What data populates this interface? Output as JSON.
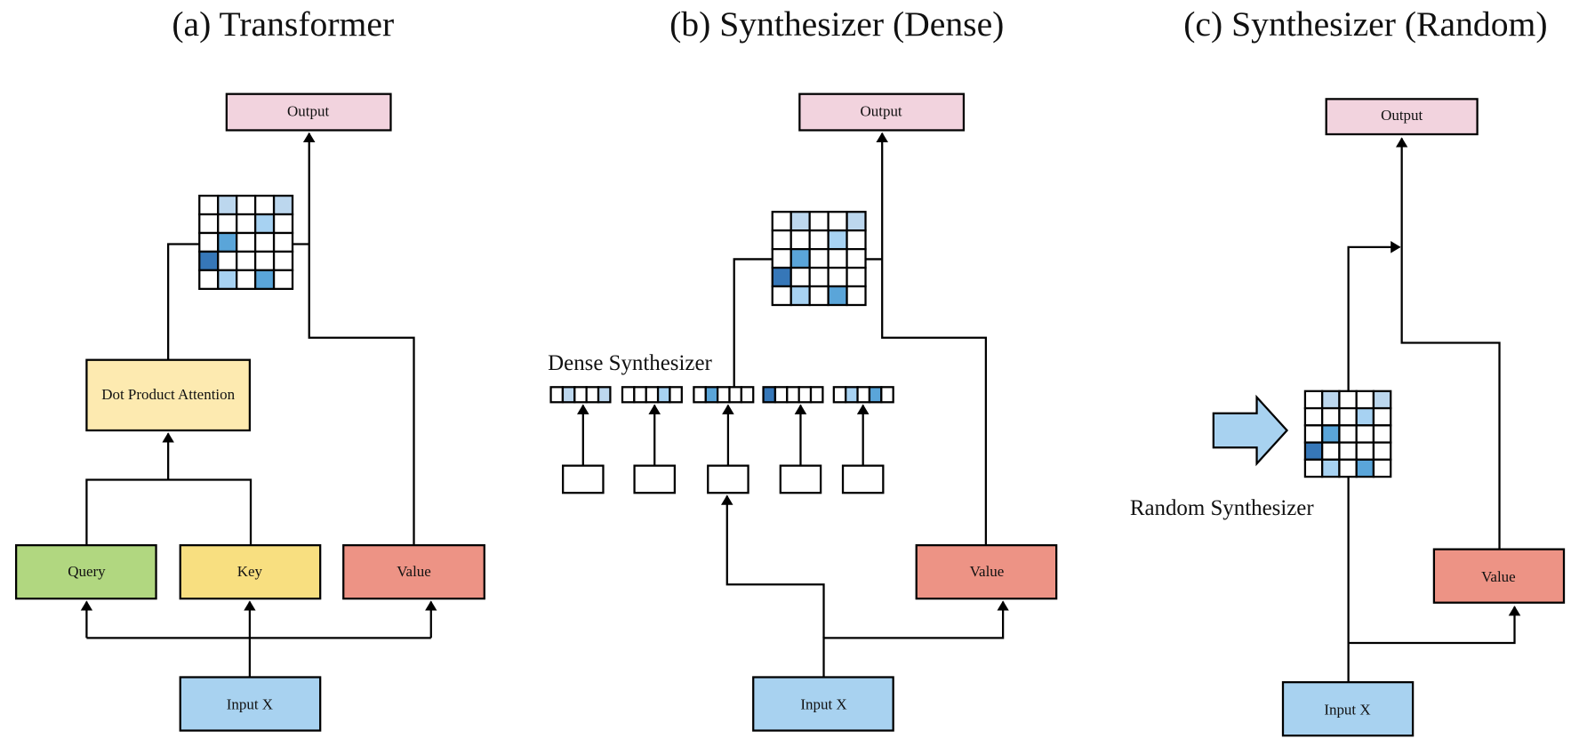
{
  "colors": {
    "output": "#f2d3de",
    "query": "#b1d780",
    "key": "#f8df80",
    "value": "#ed9385",
    "input": "#a8d2f0",
    "attention": "#fdeab0",
    "blank": "#ffffff",
    "cell_light": "#bcd7ee",
    "cell_midlight": "#a7d2f2",
    "cell_medium": "#5aa5d9",
    "cell_dark": "#3677b8",
    "synth_arrow": "#a8d2f0"
  },
  "attention_matrix": {
    "rows": 5,
    "cols": 5,
    "highlights": [
      {
        "row": 0,
        "col": 1,
        "shade": "cell_light"
      },
      {
        "row": 0,
        "col": 4,
        "shade": "cell_light"
      },
      {
        "row": 1,
        "col": 3,
        "shade": "cell_midlight"
      },
      {
        "row": 2,
        "col": 1,
        "shade": "cell_medium"
      },
      {
        "row": 3,
        "col": 0,
        "shade": "cell_dark"
      },
      {
        "row": 4,
        "col": 1,
        "shade": "cell_midlight"
      },
      {
        "row": 4,
        "col": 3,
        "shade": "cell_medium"
      }
    ]
  },
  "panels": {
    "transformer": {
      "title": "(a) Transformer",
      "output": "Output",
      "attention": "Dot Product Attention",
      "query": "Query",
      "key": "Key",
      "value": "Value",
      "input": "Input X"
    },
    "dense": {
      "title": "(b) Synthesizer (Dense)",
      "output": "Output",
      "synth_label": "Dense Synthesizer",
      "value": "Value",
      "input": "Input X",
      "vectors": [
        [
          {
            "col": 1,
            "shade": "cell_light"
          },
          {
            "col": 4,
            "shade": "cell_light"
          }
        ],
        [
          {
            "col": 3,
            "shade": "cell_midlight"
          }
        ],
        [
          {
            "col": 1,
            "shade": "cell_medium"
          }
        ],
        [
          {
            "col": 0,
            "shade": "cell_dark"
          }
        ],
        [
          {
            "col": 1,
            "shade": "cell_midlight"
          },
          {
            "col": 3,
            "shade": "cell_medium"
          }
        ]
      ]
    },
    "random": {
      "title": "(c) Synthesizer (Random)",
      "output": "Output",
      "synth_label": "Random Synthesizer",
      "value": "Value",
      "input": "Input X"
    }
  }
}
